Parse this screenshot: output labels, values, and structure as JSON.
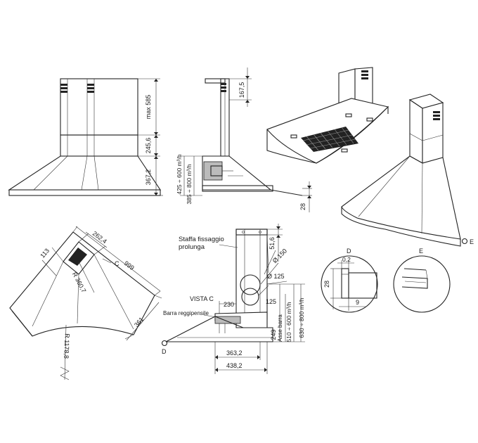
{
  "dimensions": {
    "max585": "max 585",
    "d245_6": "245,6",
    "d367_2": "367,2",
    "d167_5": "167,5",
    "flow425": "425 ÷ 600 m³/h",
    "flow385": "385 ÷ 800 m³/h",
    "d28_side": "28",
    "d262_4": "262,4",
    "d999": "999",
    "d113": "113",
    "r360_7": "R 360,7",
    "r1178_8": "R 1178,8",
    "d361": "361",
    "d51_6": "51,6",
    "d150": "Ø 150",
    "d125_dia": "Ø 125",
    "d125": "125",
    "d230": "230",
    "d249": "249",
    "flow510": "510 ÷ 600 m³/h",
    "flow630": "630 ÷ 800 m³/h",
    "d363_2": "363,2",
    "d438_2": "438,2",
    "d0_2": "0,2",
    "d28_detail": "28",
    "d9": "9"
  },
  "labels": {
    "label_c": "C",
    "staffa": "Staffa fissaggio",
    "prolunga": "prolunga",
    "vista_c": "VISTA C",
    "barra": "Barra reggipensile",
    "asse_barra": "Asse barra",
    "point_d": "D",
    "point_e": "E",
    "detail_d_title": "D",
    "detail_e_title": "E"
  }
}
